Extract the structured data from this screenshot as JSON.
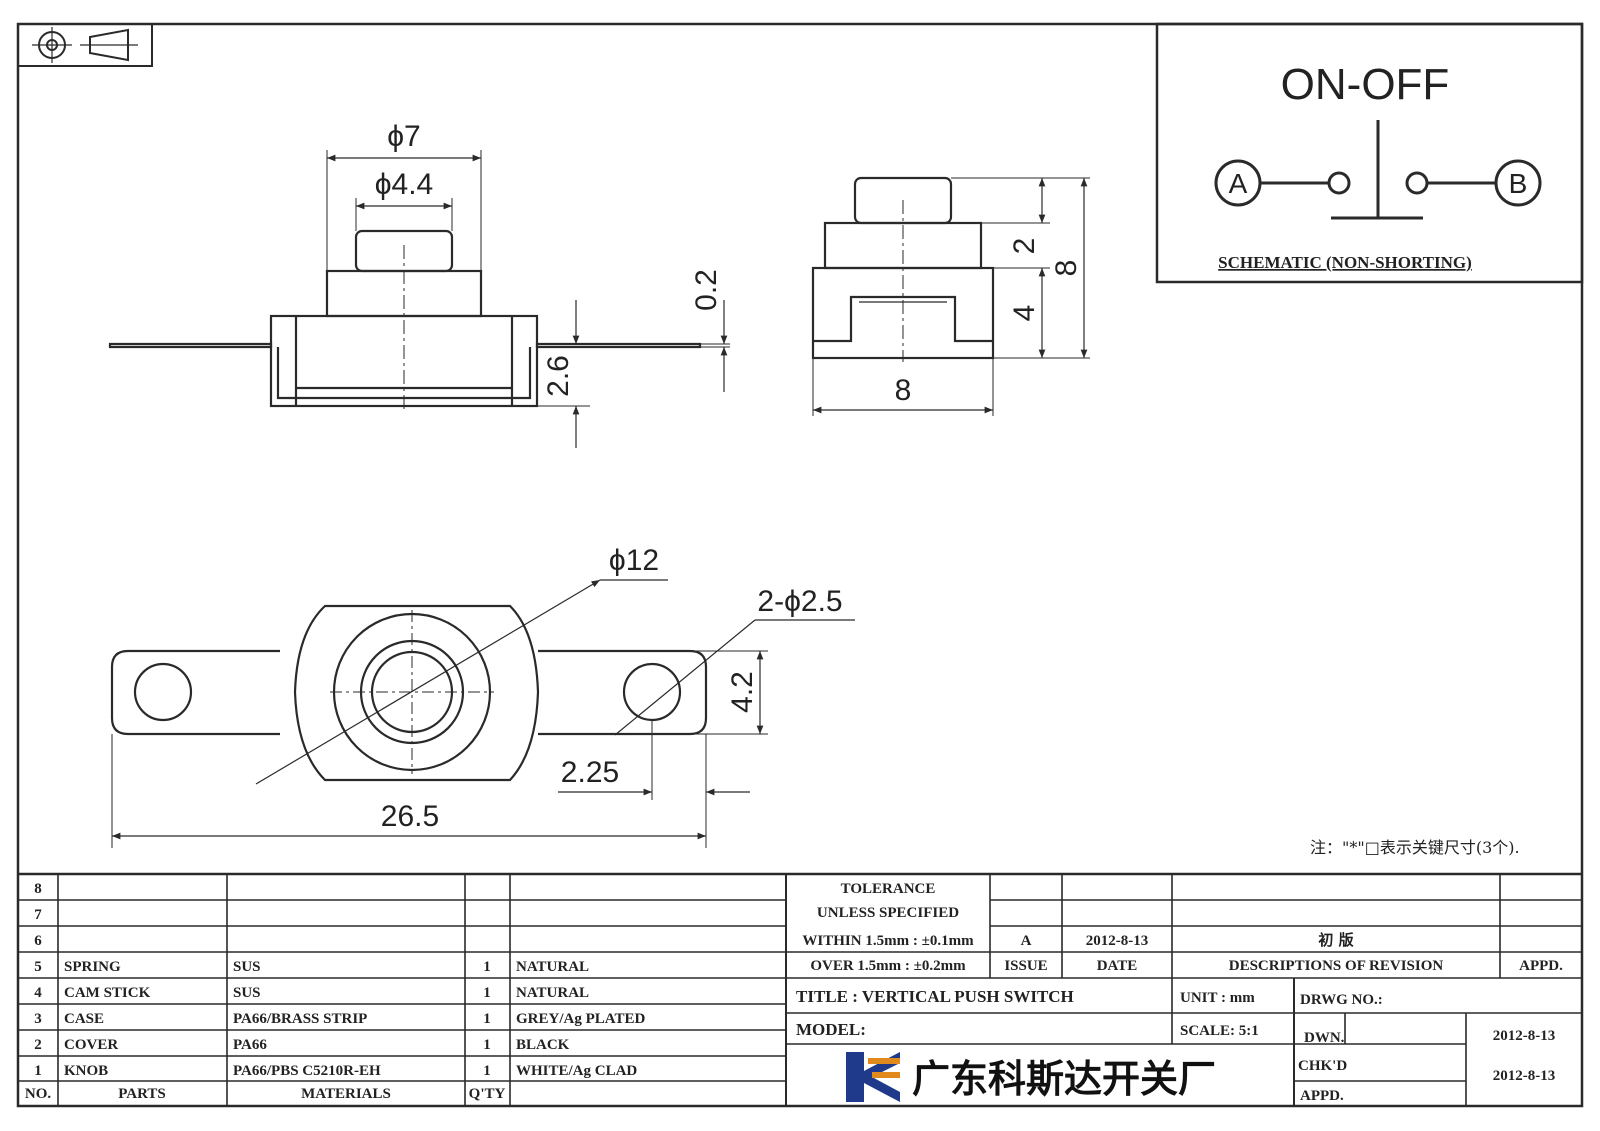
{
  "schematic": {
    "title": "ON-OFF",
    "terminal_a": "A",
    "terminal_b": "B",
    "caption": "SCHEMATIC (NON-SHORTING)"
  },
  "dimensions": {
    "phi7": "ϕ7",
    "phi4_4": "ϕ4.4",
    "d0_2": "0.2",
    "d2_6": "2.6",
    "d2": "2",
    "d4": "4",
    "d8_h": "8",
    "d8_w": "8",
    "phi12": "ϕ12",
    "holes": "2-ϕ2.5",
    "d4_2": "4.2",
    "d2_25": "2.25",
    "d26_5": "26.5"
  },
  "note": "注：\"*\"□表示关键尺寸(3个).",
  "bom": {
    "header": {
      "no": "NO.",
      "parts": "PARTS",
      "materials": "MATERIALS",
      "qty": "Q'TY"
    },
    "rows": [
      {
        "no": "8",
        "part": "",
        "material": "",
        "qty": "",
        "finish": ""
      },
      {
        "no": "7",
        "part": "",
        "material": "",
        "qty": "",
        "finish": ""
      },
      {
        "no": "6",
        "part": "",
        "material": "",
        "qty": "",
        "finish": ""
      },
      {
        "no": "5",
        "part": "SPRING",
        "material": "SUS",
        "qty": "1",
        "finish": "NATURAL"
      },
      {
        "no": "4",
        "part": "CAM STICK",
        "material": "SUS",
        "qty": "1",
        "finish": "NATURAL"
      },
      {
        "no": "3",
        "part": "CASE",
        "material": "PA66/BRASS STRIP",
        "qty": "1",
        "finish": "GREY/Ag PLATED"
      },
      {
        "no": "2",
        "part": "COVER",
        "material": "PA66",
        "qty": "1",
        "finish": "BLACK"
      },
      {
        "no": "1",
        "part": "KNOB",
        "material": "PA66/PBS C5210R-EH",
        "qty": "1",
        "finish": "WHITE/Ag CLAD"
      }
    ]
  },
  "tolerance": {
    "line1": "TOLERANCE",
    "line2": "UNLESS  SPECIFIED",
    "line3": "WITHIN 1.5mm : ±0.1mm",
    "line4": "OVER 1.5mm : ±0.2mm"
  },
  "revision": {
    "issue": "A",
    "date": "2012-8-13",
    "description": "初 版",
    "issue_label": "ISSUE",
    "date_label": "DATE",
    "desc_label": "DESCRIPTIONS OF REVISION",
    "appd_label": "APPD."
  },
  "title_block": {
    "title": "TITLE :  VERTICAL PUSH SWITCH",
    "unit": "UNIT :  mm",
    "drwg_no": "DRWG NO.:",
    "model": "MODEL:",
    "scale": "SCALE:  5:1",
    "dwn_label": "DWN.",
    "dwn_date": "2012-8-13",
    "chkd_label": "CHK'D",
    "chkd_date": "2012-8-13",
    "appd_label": "APPD.",
    "company": "广东科斯达开关厂"
  },
  "colors": {
    "line": "#2a2a2a",
    "logo_blue": "#1f3a8a",
    "logo_orange": "#e08a1e"
  }
}
